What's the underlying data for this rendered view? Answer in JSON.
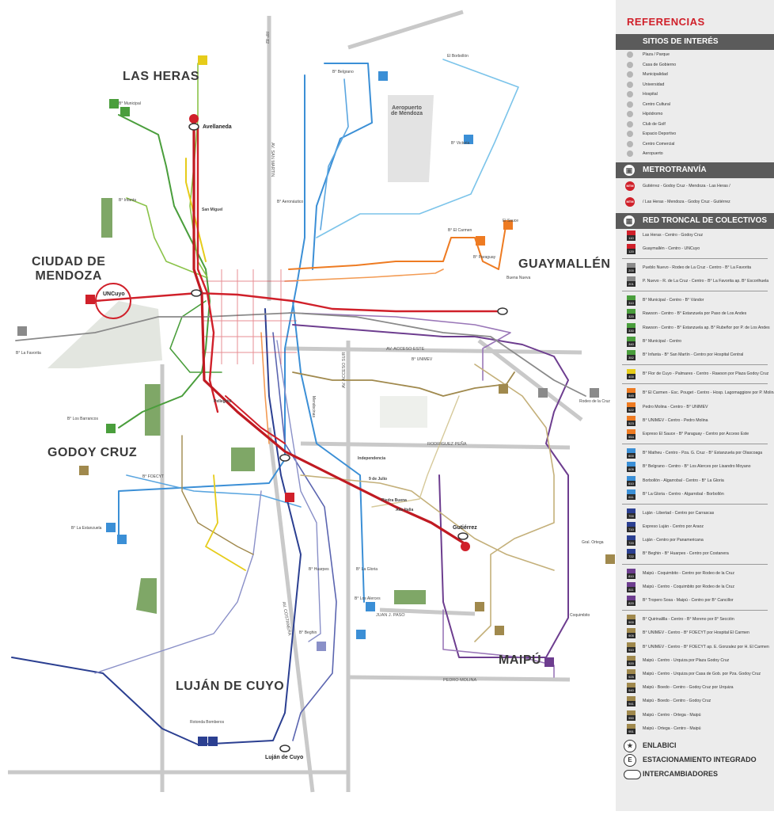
{
  "regions": {
    "las_heras": "LAS HERAS",
    "ciudad_line1": "CIUDAD DE",
    "ciudad_line2": "MENDOZA",
    "guaymallen": "GUAYMALLÉN",
    "godoy_cruz": "GODOY CRUZ",
    "maipu": "MAIPÚ",
    "lujan": "LUJÁN DE CUYO"
  },
  "places": {
    "avellaneda": "Avellaneda",
    "uncuyo": "UNCuyo",
    "gutierrez": "Gutiérrez",
    "lujan_de_cuyo": "Luján de Cuyo",
    "airport_line1": "Aeropuerto",
    "airport_line2": "de Mendoza",
    "el_borbollon": "El Borbollón",
    "b_belgrano": "B° Belgrano",
    "b_victoria": "B° Victoria",
    "b_el_carmen": "B° El Carmen",
    "el_sauce": "El Sauce",
    "buena_nueva": "Buena Nueva",
    "b_la_favorita": "B° La Favorita",
    "b_los_barrancos": "B° Los Barrancos",
    "b_la_estanzuela": "B° La Estanzuela",
    "b_huarpes": "B° Huarpes",
    "b_la_gloria": "B° La Gloria",
    "b_los_alerces": "B° Los Alerces",
    "b_beghin": "B° Beghin",
    "rodeo_de_la_cruz": "Rodeo de la Cruz",
    "coquimbito": "Coquimbito",
    "gral_ortega": "Gral. Ortega",
    "b_municipal": "B° Municipal",
    "b_infanta": "B° Infanta",
    "b_aeronautico": "B° Aeronáutico",
    "b_paraguay": "B° Paraguay",
    "b_unimev": "B° UNIMEV",
    "b_foecyt": "B° FOECYT",
    "rotonda_bomberos": "Rotonda Bomberos",
    "pellegrini": "Pellegrini",
    "independencia": "Independencia",
    "piedra_buena": "Piedra Buena",
    "alta_italia": "Alta Italia",
    "de_julio": "9 de Julio",
    "san_miguel": "San Miguel",
    "mendocinas": "Mendocinas"
  },
  "roads": {
    "acceso_este": "AV. ACCESO ESTE",
    "acceso_sur": "AV. ACCESO SUR",
    "san_martin": "AV. SAN MARTIN",
    "rp82": "RP 82",
    "rodriguez_pena": "RODRIGUEZ PEÑA",
    "pedro_molina": "PEDRO MOLINA",
    "costanera": "AV. COSTANERA",
    "juan_j_paso": "JUAN J. PASO"
  },
  "legend": {
    "title": "REFERENCIAS",
    "sitios_title": "SITIOS DE INTERÉS",
    "sitios": [
      "Plaza / Parque",
      "Casa de Gobierno",
      "Municipalidad",
      "Universidad",
      "Hospital",
      "Centro Cultural",
      "Hipódromo",
      "Club de Golf",
      "Espacio Deportivo",
      "Centro Comercial",
      "Aeropuerto"
    ],
    "metro_title": "METROTRANVÍA",
    "metro": [
      "Gutiérrez - Godoy Cruz - Mendoza - Las Heras /",
      "/ Las Heras - Mendoza - Godoy Cruz - Gutiérrez"
    ],
    "metro_badge": "MTM",
    "red_title": "RED TRONCAL DE COLECTIVOS",
    "groups": [
      {
        "color": "#d0202a",
        "routes": [
          {
            "code": "110",
            "text": "Las Heras - Centro - Godoy Cruz"
          },
          {
            "code": "120",
            "text": "Guaymallén - Centro - UNCuyo"
          }
        ]
      },
      {
        "color": "#8a8a8a",
        "routes": [
          {
            "code": "200",
            "text": "Pueblo Nuevo - Rodeo de La Cruz - Centro - B° La Favorita"
          },
          {
            "code": "201",
            "text": "P. Nuevo - R. de La Cruz - Centro - B° La Favorita ap. B° Escorihuela"
          }
        ]
      },
      {
        "color": "#4a9e3c",
        "routes": [
          {
            "code": "310",
            "text": "B° Municipal - Centro - B° Vándor"
          },
          {
            "code": "320",
            "text": "Rawson - Centro - B° Estanzuela por Paso de Los Andes"
          },
          {
            "code": "330",
            "text": "Rawson - Centro - B° Estanzuela ap. B° Rubeñor por P. de Los Andes"
          },
          {
            "code": "340",
            "text": "B° Municipal - Centro"
          },
          {
            "code": "352",
            "text": "B° Infanta - B° San Martín - Centro por Hospital Central"
          }
        ]
      },
      {
        "color": "#e6cc1a",
        "routes": [
          {
            "code": "400",
            "text": "B° Flor de Cuyo - Palmares - Centro - Rawson por Plaza Godoy Cruz"
          }
        ]
      },
      {
        "color": "#ee7b22",
        "routes": [
          {
            "code": "545",
            "text": "B° El Carmen - Esc. Pouget - Centro - Hosp. Lagomaggiore por P. Molina"
          },
          {
            "code": "522",
            "text": "Pedro Molina - Centro - B° UNIMEV"
          },
          {
            "code": "523",
            "text": "B° UNIMEV - Centro - Pedro Molina"
          },
          {
            "code": "554",
            "text": "Expreso El Sauce - B° Paraguay - Centro por Acceso Este"
          }
        ]
      },
      {
        "color": "#3b8fd6",
        "routes": [
          {
            "code": "600",
            "text": "B° Matheu - Centro - Pza. G. Cruz - B° Estanzuela por Olascoaga"
          },
          {
            "code": "605",
            "text": "B° Belgrano - Centro - B° Los Alerces por Lisandro Moyano"
          },
          {
            "code": "610",
            "text": "Borbollón - Algarrobal - Centro - B° La Gloria"
          },
          {
            "code": "611",
            "text": "B° La Gloria - Centro - Algarrobal - Borbollón"
          }
        ]
      },
      {
        "color": "#2b3f91",
        "routes": [
          {
            "code": "700",
            "text": "Luján - Libertad - Centro por Carrascas"
          },
          {
            "code": "710",
            "text": "Expreso Luján - Centro por Araoz"
          },
          {
            "code": "720",
            "text": "Luján - Centro por Panamericana"
          },
          {
            "code": "722",
            "text": "B° Beghin - B° Huarpes - Centro por Costanera"
          }
        ]
      },
      {
        "color": "#6d3d8f",
        "routes": [
          {
            "code": "810",
            "text": "Maipú - Coquimbito - Centro por Rodeo de la Cruz"
          },
          {
            "code": "811",
            "text": "Maipú - Centro - Coquimbito por Rodeo de la Cruz"
          },
          {
            "code": "820",
            "text": "B° Tropero Sosa - Maipú - Centro por B° Cancillor"
          }
        ]
      },
      {
        "color": "#a0894d",
        "routes": [
          {
            "code": "900",
            "text": "B° Quirinalilla - Centro - B° Moreno por 8° Sección"
          },
          {
            "code": "905",
            "text": "B° UNIMEV - Centro - B° FOECYT por Hospital El Carmen"
          },
          {
            "code": "910",
            "text": "B° UNIMEV - Centro - B° FOECYT ap. E. Gonzalez por H. El Carmen"
          },
          {
            "code": "920",
            "text": "Maipú - Centro - Urquiza por Plaza Godoy Cruz"
          },
          {
            "code": "925",
            "text": "Maipú - Centro - Urquiza por Casa de Gob. por Pza. Godoy Cruz"
          },
          {
            "code": "940",
            "text": "Maipú - Boedo - Centro - Godoy Cruz por Urquiza"
          },
          {
            "code": "941",
            "text": "Maipú - Boedo - Centro - Godoy Cruz"
          },
          {
            "code": "950",
            "text": "Maipú - Centro - Ortega - Maipú"
          },
          {
            "code": "951",
            "text": "Maipú - Ortega - Centro - Maipú"
          }
        ]
      }
    ],
    "bottom": [
      "ENLABICI",
      "ESTACIONAMIENTO INTEGRADO",
      "INTERCAMBIADORES"
    ],
    "bottom_badges": [
      "E"
    ]
  }
}
